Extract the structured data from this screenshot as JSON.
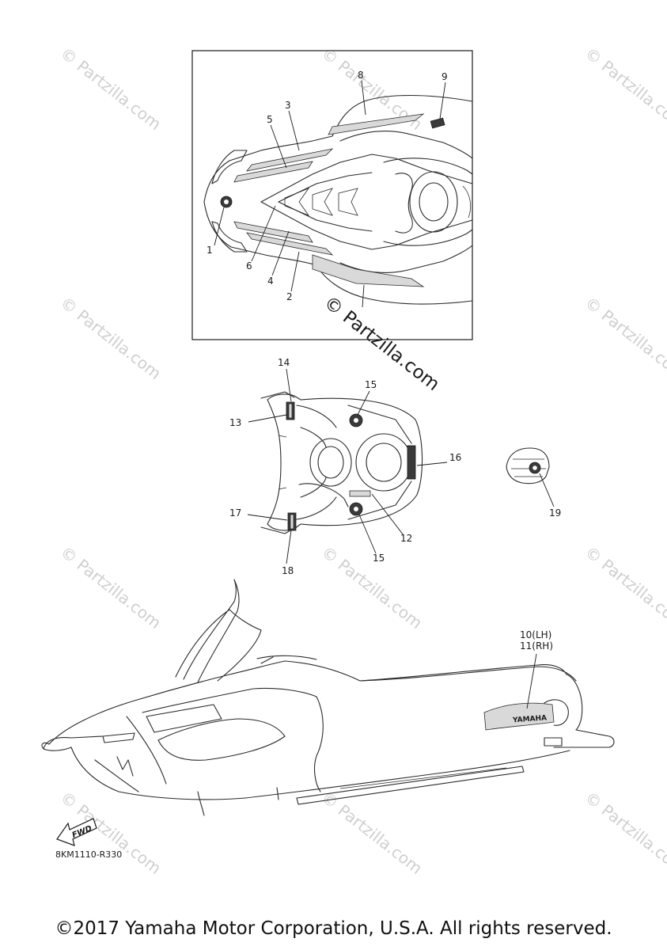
{
  "callouts": [
    "1",
    "2",
    "3",
    "4",
    "5",
    "6",
    "8",
    "9",
    "13",
    "14",
    "15",
    "15",
    "16",
    "17",
    "18",
    "12",
    "19",
    "10(LH)",
    "11(RH)"
  ],
  "watermark": {
    "small": "© Partzilla.com",
    "large": "© Partzilla.com"
  },
  "decal_brand": "YAMAHA",
  "fwd_label": "FWD",
  "drawing_code": "8KM1110-R330",
  "copyright": "©2017 Yamaha Motor Corporation, U.S.A. All rights reserved."
}
